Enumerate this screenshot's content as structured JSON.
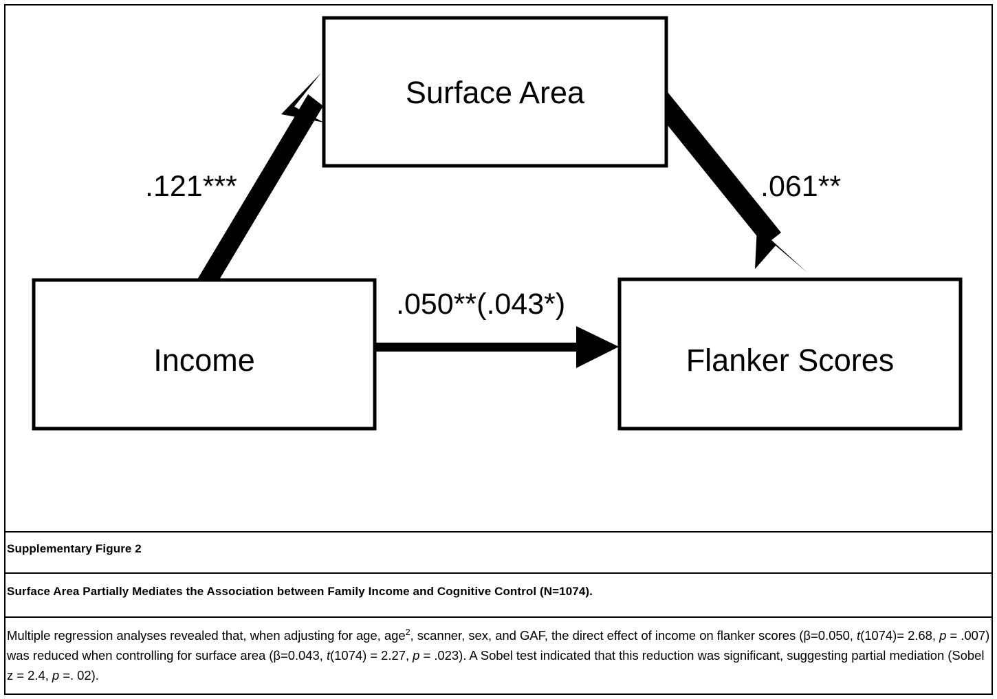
{
  "figure": {
    "diagram_type": "mediation-path-diagram",
    "nodes": [
      {
        "id": "surface-area",
        "label": "Surface Area"
      },
      {
        "id": "income",
        "label": "Income"
      },
      {
        "id": "flanker-scores",
        "label": "Flanker Scores"
      }
    ],
    "paths": [
      {
        "id": "income-to-surface-area",
        "from": "Income",
        "to": "Surface Area",
        "label": ".121***"
      },
      {
        "id": "surface-area-to-flanker",
        "from": "Surface Area",
        "to": "Flanker Scores",
        "label": ".061**"
      },
      {
        "id": "income-to-flanker",
        "from": "Income",
        "to": "Flanker Scores",
        "label": ".050**(.043*)"
      }
    ],
    "stroke_color": "#000000",
    "fill_color": "#ffffff"
  },
  "caption": {
    "figure_number": "Supplementary Figure 2",
    "title": "Surface Area Partially Mediates the Association between Family Income and Cognitive Control (N=1074).",
    "body": {
      "s1": "Multiple regression analyses revealed that, when adjusting for age, age",
      "sup1": "2",
      "s2": ", scanner, sex, and GAF, the direct effect of income on flanker scores (β=0.050, ",
      "t1": "t",
      "s3": "(1074)= 2.68, ",
      "p1": "p",
      "s4": " = .007) was reduced when controlling for surface area (β=0.043, ",
      "t2": "t",
      "s5": "(1074) = 2.27, ",
      "p2": "p",
      "s6": " = .023). A Sobel test indicated that this reduction was significant, suggesting partial mediation (Sobel z = 2.4, ",
      "p3": "p",
      "s7": " =. 02)."
    }
  }
}
